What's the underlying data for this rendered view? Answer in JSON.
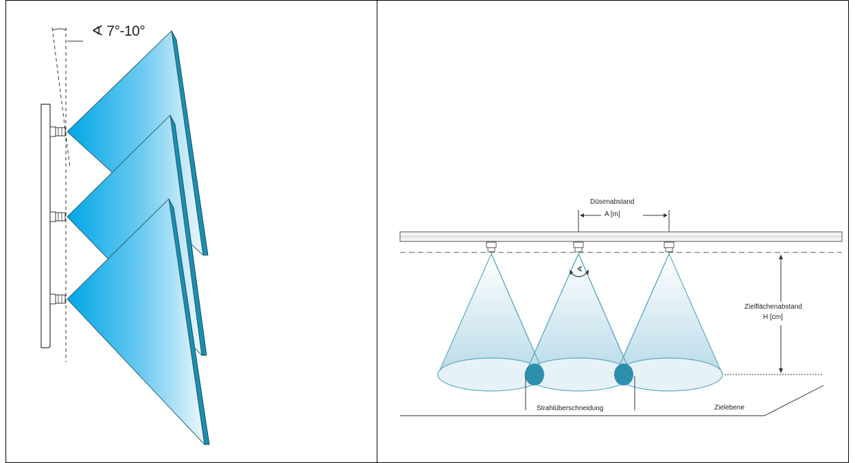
{
  "left_diagram": {
    "spray_angle_label": "∢ 7°-10°"
  },
  "right_diagram": {
    "nozzle_spacing_label": "Düsenabstand",
    "nozzle_spacing_unit": "A [m]",
    "target_distance_label": "Zielflächenabstand",
    "target_distance_unit": "H [cm]",
    "overlap_label": "Strahlüberschneidung",
    "target_plane_label": "Zielebene",
    "cone_angle_symbol": "∢"
  },
  "colors": {
    "spray_dark": "#00a6e6",
    "spray_light": "#eaf6fc",
    "cone_fill": "#cfe6ef",
    "cone_stroke": "#5ba9c0",
    "overlap_fill": "#2e8fac"
  }
}
